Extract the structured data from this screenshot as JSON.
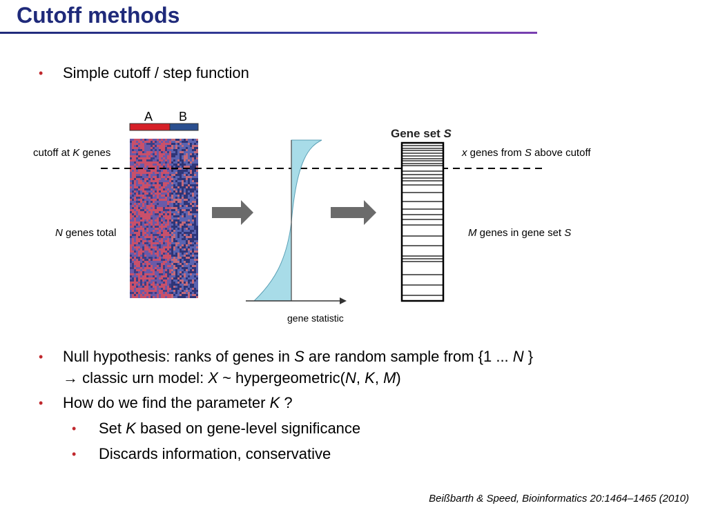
{
  "slide": {
    "title": "Cutoff methods",
    "bullet1": "Simple cutoff / step function",
    "bullet2": {
      "line1_a": "Null hypothesis: ranks of genes in ",
      "S": "S",
      "line1_b": " are random sample from {1 ... ",
      "N": "N",
      "line1_c": " }",
      "line2_a": "→ classic urn model: ",
      "X": "X",
      "line2_b": " ~ hypergeometric(",
      "K": "K",
      "M": "M",
      "sep": ", ",
      "close": ")"
    },
    "bullet3": {
      "text": "How do we find the parameter ",
      "K": "K",
      "end": " ?"
    },
    "bullet3a": {
      "pre": "Set ",
      "K": "K",
      "post": " based on gene-level significance"
    },
    "bullet3b": "Discards information, conservative",
    "citation": "Beißbarth & Speed, Bioinformatics 20:1464–1465 (2010)"
  },
  "figure": {
    "heatmap_col_a": "A",
    "heatmap_col_b": "B",
    "cutoff_label": {
      "pre": "cutoff at ",
      "K": "K",
      "post": " genes"
    },
    "total_label": {
      "N": "N",
      "post": " genes total"
    },
    "x_label": {
      "x": "x",
      "mid": " genes from ",
      "S": "S",
      "post": " above cutoff"
    },
    "m_label": {
      "M": "M",
      "mid": " genes in gene set ",
      "S": "S"
    },
    "gene_set_title": "Gene set ",
    "gene_set_S": "S",
    "axis_label": "gene statistic",
    "colors": {
      "group_a": "#d62028",
      "group_b": "#2a4f8f",
      "curve_fill": "#a8dce8",
      "arrow": "#6b6b6b",
      "bullet": "#c0282d",
      "title": "#1f2a7a"
    }
  }
}
